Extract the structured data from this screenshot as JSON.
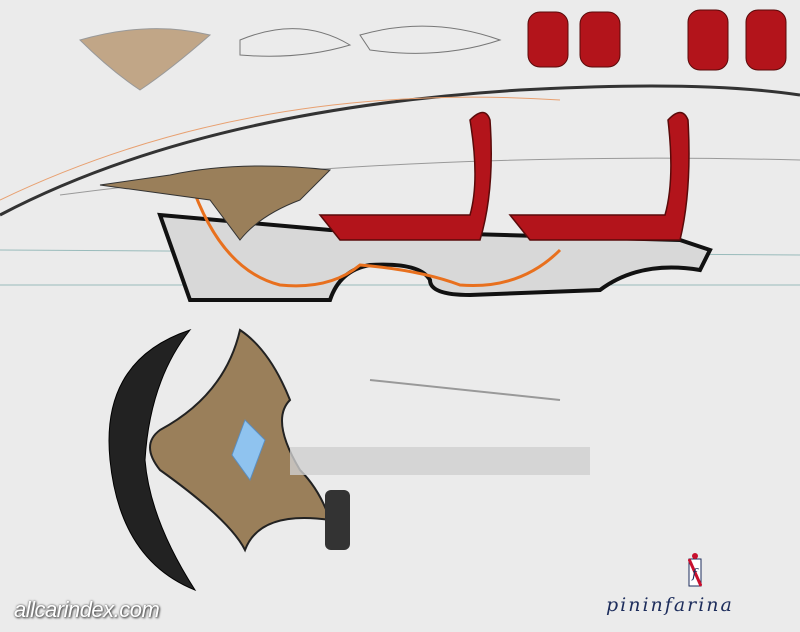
{
  "image": {
    "subject": "car-interior-design-sketch",
    "watermark": "allcarindex.com",
    "brand_logo": "pininfarina",
    "colors": {
      "seat_red": "#b3141b",
      "dash_bronze": "#9a7f5a",
      "orange_line": "#e8701e",
      "background": "#ebebeb",
      "logo_blue": "#1d2d5c"
    }
  }
}
